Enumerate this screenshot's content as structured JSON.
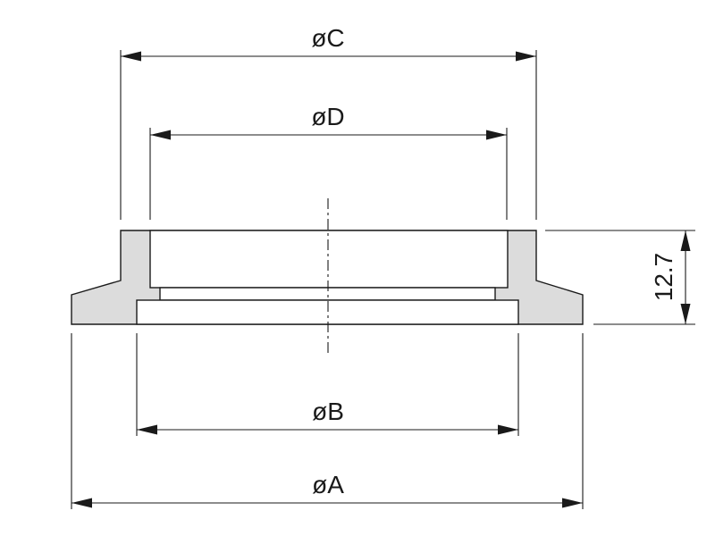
{
  "drawing": {
    "dimensions": {
      "C": "øC",
      "D": "øD",
      "B": "øB",
      "A": "øA",
      "height": "12.7"
    },
    "colors": {
      "line": "#1a1a1a",
      "section_fill": "#dcdcdc",
      "background": "#ffffff"
    }
  }
}
